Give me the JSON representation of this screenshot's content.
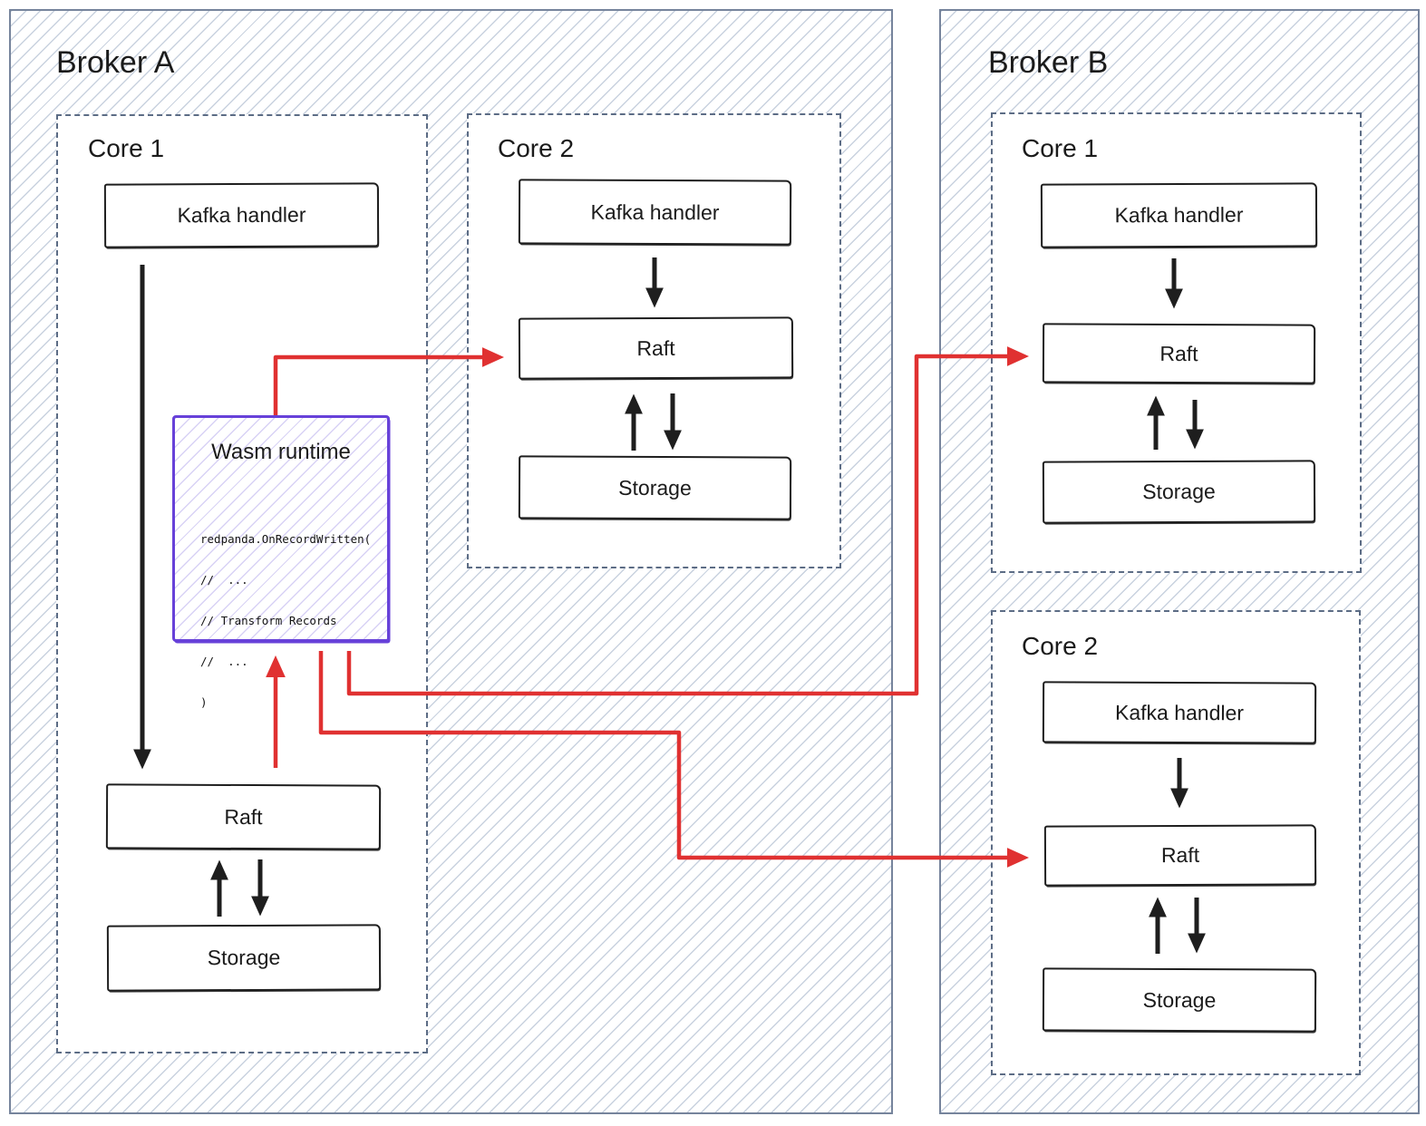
{
  "colors": {
    "red_arrow": "#e03131",
    "black_arrow": "#1e1e1e",
    "purple": "#6741d9",
    "purple_hatch": "#d8d2f5",
    "broker_border": "#76849c",
    "core_border": "#5c6c85",
    "hatch_line": "#c9d2df"
  },
  "broker_a": {
    "title": "Broker A",
    "core1": {
      "label": "Core 1",
      "kafka_label": "Kafka handler",
      "raft_label": "Raft",
      "storage_label": "Storage",
      "wasm": {
        "title": "Wasm runtime",
        "code_lines": [
          "redpanda.OnRecordWritten(",
          "//  ...",
          "// Transform Records",
          "//  ...",
          ")"
        ]
      }
    },
    "core2": {
      "label": "Core 2",
      "kafka_label": "Kafka handler",
      "raft_label": "Raft",
      "storage_label": "Storage"
    }
  },
  "broker_b": {
    "title": "Broker B",
    "core1": {
      "label": "Core 1",
      "kafka_label": "Kafka handler",
      "raft_label": "Raft",
      "storage_label": "Storage"
    },
    "core2": {
      "label": "Core 2",
      "kafka_label": "Kafka handler",
      "raft_label": "Raft",
      "storage_label": "Storage"
    }
  }
}
